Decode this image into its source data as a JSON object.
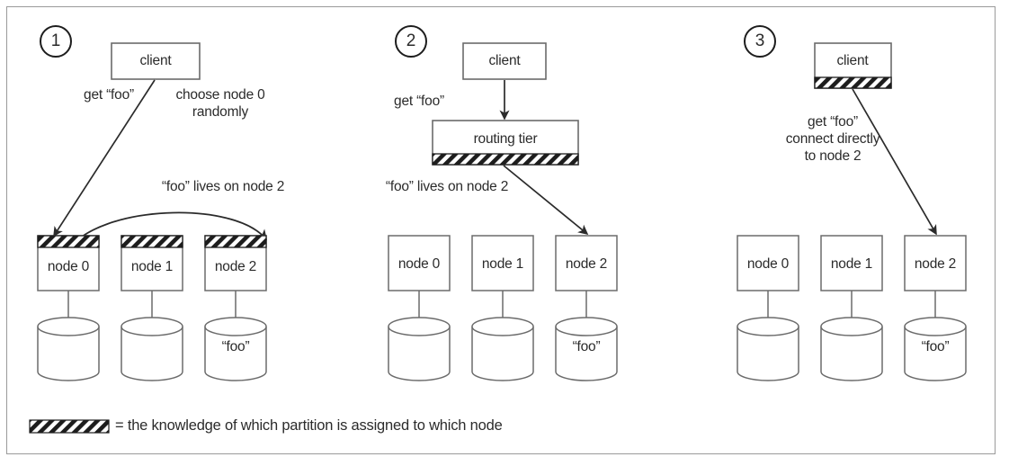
{
  "figure": {
    "title": "Partition routing strategies diagram",
    "background": "#ffffff",
    "border_color": "#9a9a9a",
    "ink_color": "#2b2b2b"
  },
  "legend": {
    "hatch_symbol": "diagonal-hatch-swatch",
    "equals": "=",
    "text": "the knowledge of which partition is assigned to which node",
    "full_text": "= the knowledge of which partition is assigned to which node"
  },
  "panels": [
    {
      "number": "1",
      "client_label": "client",
      "client_hatched": false,
      "annotations": [
        {
          "name": "request-label",
          "text": "get “foo”"
        },
        {
          "name": "strategy-label",
          "line1": "choose node 0",
          "line2": "randomly"
        },
        {
          "name": "redirect-label",
          "text": "“foo” lives on node 2"
        }
      ],
      "nodes": [
        {
          "label": "node 0",
          "hatched": true,
          "store_value": ""
        },
        {
          "label": "node 1",
          "hatched": true,
          "store_value": ""
        },
        {
          "label": "node 2",
          "hatched": true,
          "store_value": "“foo”"
        }
      ]
    },
    {
      "number": "2",
      "client_label": "client",
      "client_hatched": false,
      "router_label": "routing tier",
      "router_hatched": true,
      "annotations": [
        {
          "name": "request-label",
          "text": "get “foo”"
        },
        {
          "name": "routing-result-label",
          "text": "“foo” lives on node 2"
        }
      ],
      "nodes": [
        {
          "label": "node 0",
          "hatched": false,
          "store_value": ""
        },
        {
          "label": "node 1",
          "hatched": false,
          "store_value": ""
        },
        {
          "label": "node 2",
          "hatched": false,
          "store_value": "“foo”"
        }
      ]
    },
    {
      "number": "3",
      "client_label": "client",
      "client_hatched": true,
      "annotations": [
        {
          "name": "direct-request-label",
          "line1": "get “foo”",
          "line2": "connect directly",
          "line3": "to node 2"
        }
      ],
      "nodes": [
        {
          "label": "node 0",
          "hatched": false,
          "store_value": ""
        },
        {
          "label": "node 1",
          "hatched": false,
          "store_value": ""
        },
        {
          "label": "node 2",
          "hatched": false,
          "store_value": "“foo”"
        }
      ]
    }
  ]
}
